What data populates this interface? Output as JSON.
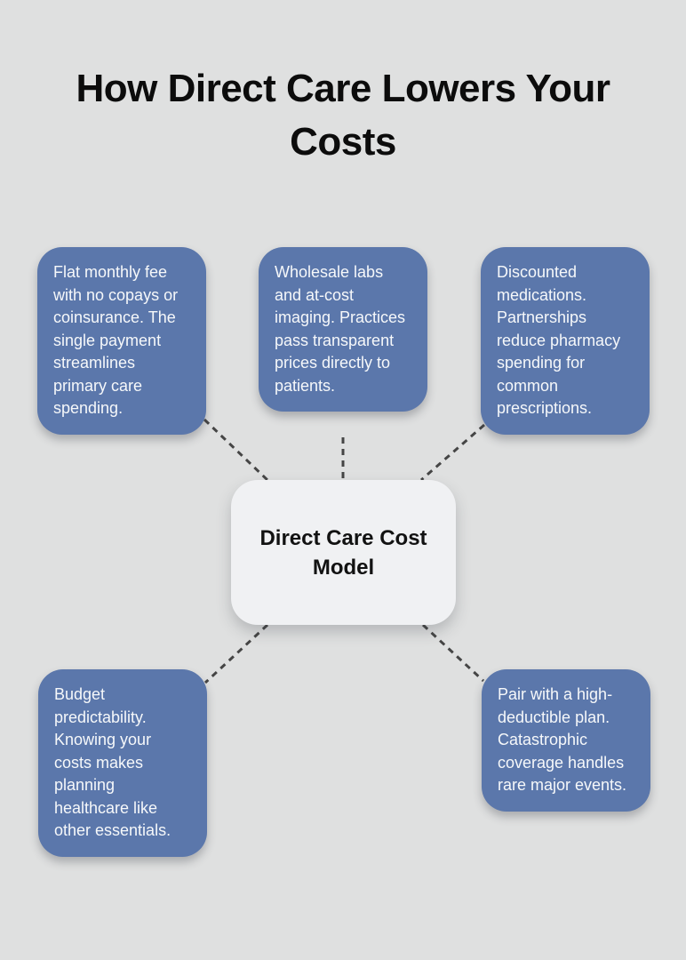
{
  "title": "How Direct Care Lowers Your Costs",
  "center": {
    "label": "Direct Care Cost Model"
  },
  "boxes": [
    {
      "id": "top-left",
      "text": "Flat monthly fee with no copays or coinsurance. The single payment streamlines primary care spending."
    },
    {
      "id": "top-center",
      "text": "Wholesale labs and at-cost imaging. Practices pass transparent prices directly to patients."
    },
    {
      "id": "top-right",
      "text": "Discounted medications. Partnerships reduce pharmacy spending for common prescriptions."
    },
    {
      "id": "bottom-left",
      "text": "Budget predictability. Knowing your costs makes planning healthcare like other essentials."
    },
    {
      "id": "bottom-right",
      "text": "Pair with a high-deductible plan. Catastrophic coverage handles rare major events."
    }
  ],
  "colors": {
    "background": "#dfe0e0",
    "node_fill": "#5b77ab",
    "node_text": "#f6f8fa",
    "center_fill": "#f0f1f3",
    "center_text": "#121212",
    "title_text": "#0c0c0c",
    "connector": "#454545"
  }
}
